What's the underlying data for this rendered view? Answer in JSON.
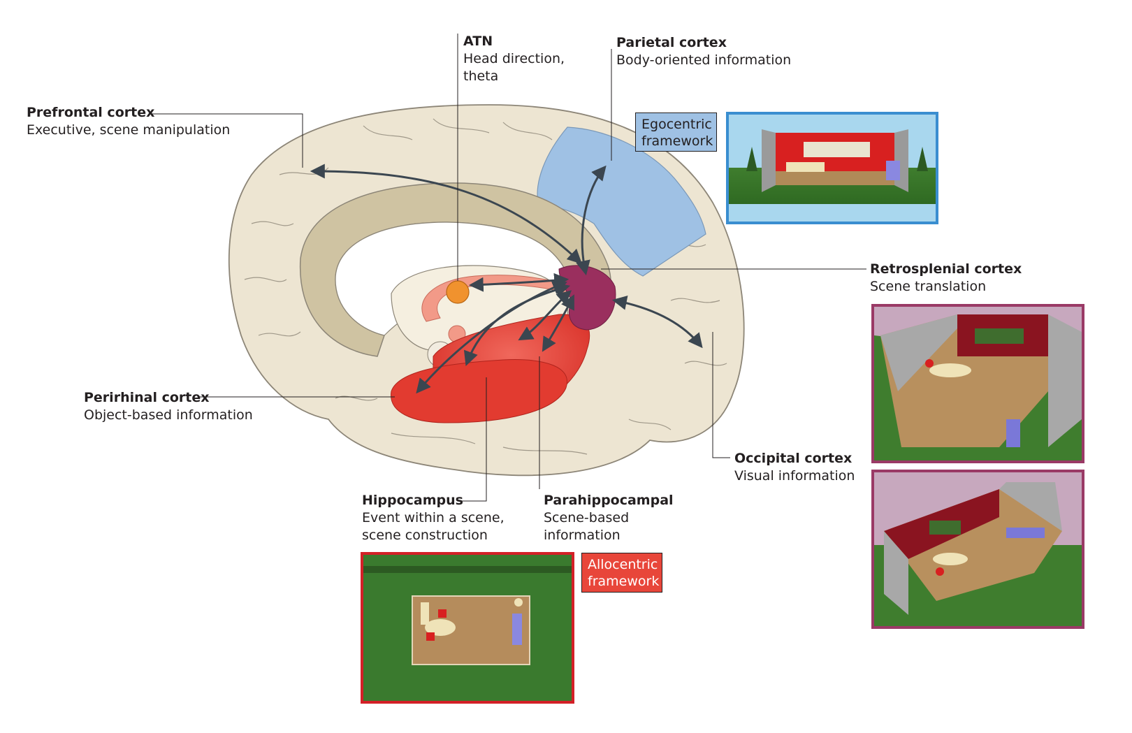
{
  "labels": {
    "atn": {
      "title": "ATN",
      "line1": "Head direction,",
      "line2": "theta"
    },
    "parietal": {
      "title": "Parietal cortex",
      "line1": "Body-oriented information"
    },
    "prefrontal": {
      "title": "Prefrontal cortex",
      "line1": "Executive, scene manipulation"
    },
    "retrosplenial": {
      "title": "Retrosplenial cortex",
      "line1": "Scene translation"
    },
    "perirhinal": {
      "title": "Perirhinal cortex",
      "line1": "Object-based information"
    },
    "occipital": {
      "title": "Occipital cortex",
      "line1": "Visual information"
    },
    "hippocampus": {
      "title": "Hippocampus",
      "line1": "Event within a scene,",
      "line2": "scene construction"
    },
    "parahippocampal": {
      "title": "Parahippocampal",
      "line1": "Scene-based",
      "line2": "information"
    }
  },
  "tags": {
    "egocentric": {
      "line1": "Egocentric",
      "line2": "framework"
    },
    "allocentric": {
      "line1": "Allocentric",
      "line2": "framework"
    }
  },
  "colors": {
    "brain": "#ede5d2",
    "cingulate": "#cfc3a2",
    "parietal": "#9fc1e4",
    "retrosplenial": "#9a2f5e",
    "hippocampus": "#e0352e",
    "atn": "#f0922e",
    "egocentric_frame": "#3a8ed0",
    "allocentric_frame": "#d32027",
    "retrosplenial_frame": "#9a3a66"
  }
}
